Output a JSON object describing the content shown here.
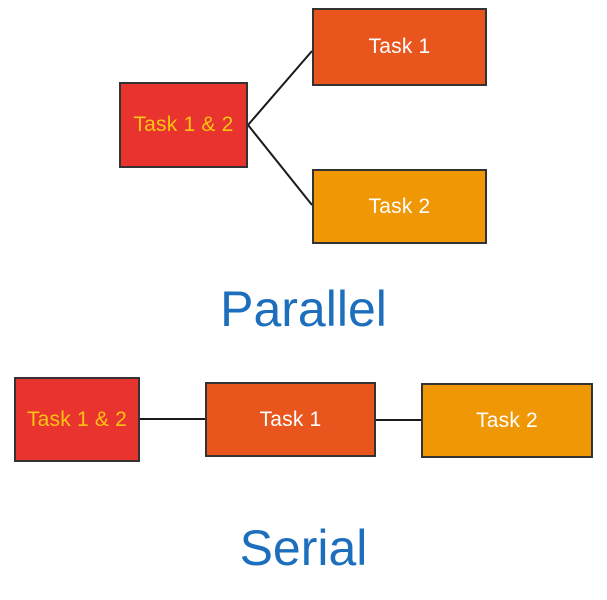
{
  "diagram": {
    "parallel": {
      "section_label": "Parallel",
      "source": {
        "label": "Task 1 & 2"
      },
      "targets": [
        {
          "label": "Task 1"
        },
        {
          "label": "Task 2"
        }
      ]
    },
    "serial": {
      "section_label": "Serial",
      "nodes": [
        {
          "label": "Task 1 & 2"
        },
        {
          "label": "Task 1"
        },
        {
          "label": "Task 2"
        }
      ]
    },
    "colors": {
      "combined_box_fill": "#e8332e",
      "combined_box_text": "#fcc413",
      "task1_box_fill": "#e8551d",
      "task2_box_fill": "#f09705",
      "task_box_text": "#ffffff",
      "section_label_text": "#1d6fbd",
      "connector_line": "#1a1a1a",
      "box_border": "#333333"
    }
  }
}
